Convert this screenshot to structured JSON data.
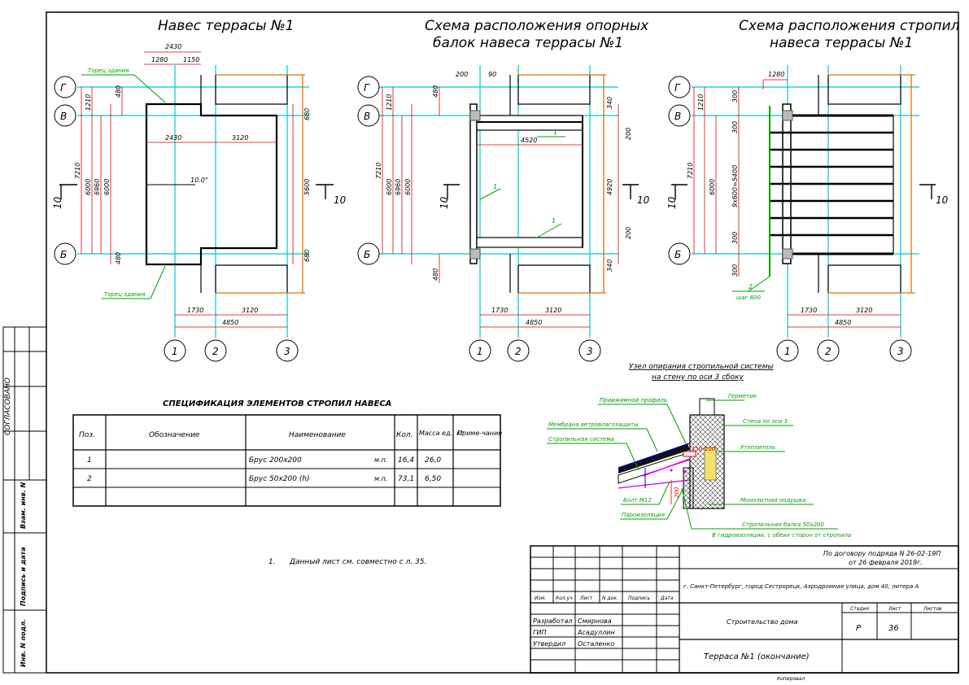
{
  "titles": {
    "plan1": "Навес террасы №1",
    "plan2_line1": "Схема расположения опорных",
    "plan2_line2": "балок навеса террасы №1",
    "plan3_line1": "Схема расположения стропил",
    "plan3_line2": "навеса террасы №1"
  },
  "axes": {
    "g": "Г",
    "v": "В",
    "b": "Б",
    "n1": "1",
    "n2": "2",
    "n3": "3",
    "sec": "10"
  },
  "dims": {
    "d2430": "2430",
    "d1280": "1280",
    "d1150": "1150",
    "d1210": "1210",
    "d480": "480",
    "d7210": "7210",
    "d6000": "6000",
    "d6960": "6960",
    "d680": "680",
    "d3120": "3120",
    "d5600": "5600",
    "d1730": "1730",
    "d4850": "4850",
    "d200": "200",
    "d90": "90",
    "d4520": "4520",
    "d340": "340",
    "d4920": "4920",
    "d300": "300",
    "d9x600": "9x600=5400",
    "slope": "10.0°"
  },
  "labels": {
    "tor_top": "Торец здания",
    "tor_bot": "Торец здания",
    "pos1": "1",
    "pos2": "2",
    "step": "шаг 600"
  },
  "node": {
    "title1": "Узел опирания стропильной системы",
    "title2": "на стену по оси 3 сбоку",
    "l1": "Приижимной профиль",
    "l2": "Мембрана ветровлагозащиты",
    "l3": "Стропильная система",
    "l4": "Болт М12",
    "l5": "Пароизоляция",
    "r1": "Герметик",
    "r2": "Стена по оси 3",
    "r3": "Утеплитель",
    "r4": "Монолитная подушка",
    "r5": "Стропильная балка 50х200",
    "r6": "В гидроизоляции, с обеих сторон от стропила",
    "dim1": "150-100",
    "dim2": "200"
  },
  "spec": {
    "title": "СПЕЦИФИКАЦИЯ ЭЛЕМЕНТОВ СТРОПИЛ НАВЕСА",
    "headers": [
      "Поз.",
      "Обозначение",
      "Наименование",
      "Кол.",
      "Масса ед., кг",
      "Приме-чание"
    ],
    "rows": [
      {
        "pos": "1",
        "name": "Брус 200х200",
        "unit": "м.п.",
        "qty": "16,4",
        "mass": "26,0"
      },
      {
        "pos": "2",
        "name": "Брус 50х200 (h)",
        "unit": "м.п.",
        "qty": "73,1",
        "mass": "6,50"
      }
    ]
  },
  "note": {
    "num": "1.",
    "text": "Данный лист см. совместно с л. 35."
  },
  "side": {
    "agreed": "СОГЛАСОВАНО",
    "inv_zam": "Взам. инв. N",
    "sign": "Подпись и дата",
    "inv_orig": "Инв. N подл."
  },
  "stamp": {
    "contract1": "По договору подряда N 26-02-19П",
    "contract2": "от 26 февраля 2019г.",
    "address": "г. Санкт-Петербург, город Сестрорецк, Аэродромная улица, дом 40, литера А",
    "h": [
      "Изм.",
      "Кол.уч",
      "Лист",
      "N док.",
      "Подпись",
      "Дата"
    ],
    "roles": [
      {
        "role": "Разработал",
        "name": "Смирнова"
      },
      {
        "role": "ГИП",
        "name": "Асадуллин"
      },
      {
        "role": "Утвердил",
        "name": "Осталенко"
      }
    ],
    "building": "Строительство дома",
    "stage_h": "Стадия",
    "sheet_h": "Лист",
    "sheets_h": "Листов",
    "stage": "Р",
    "sheet": "36",
    "sheet_title": "Терраса №1 (окончание)",
    "format": "Копировал"
  }
}
